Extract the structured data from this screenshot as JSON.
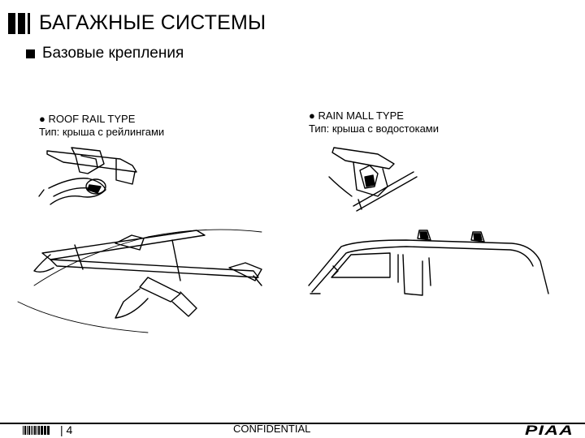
{
  "header": {
    "title": "БАГАЖНЫЕ СИСТЕМЫ",
    "subtitle": "Базовые крепления"
  },
  "left_panel": {
    "caption_line1": "● ROOF RAIL TYPE",
    "caption_line2": "Тип: крыша с рейлингами"
  },
  "right_panel": {
    "caption_line1": "● RAIN MALL TYPE",
    "caption_line2": "Тип: крыша с водостоками"
  },
  "footer": {
    "page_number": "4",
    "page_separator": "|",
    "confidential": "CONFIDENTIAL",
    "logo_text": "PIAA"
  },
  "colors": {
    "text": "#000000",
    "background": "#ffffff"
  }
}
